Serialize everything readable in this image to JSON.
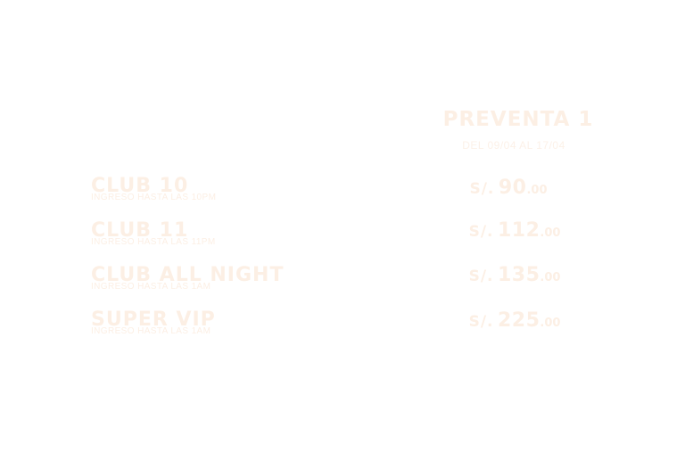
{
  "phase": {
    "title": "PREVENTA 1",
    "dates": "DEL 09/04 AL 17/04"
  },
  "tiers": [
    {
      "name": "CLUB 10",
      "note": "INGRESO HASTA LAS 10PM",
      "currency": "S/.",
      "amount": "90",
      "decimals": ".00"
    },
    {
      "name": "CLUB 11",
      "note": "INGRESO HASTA LAS 11PM",
      "currency": "S/.",
      "amount": "112",
      "decimals": ".00"
    },
    {
      "name": "CLUB ALL NIGHT",
      "note": "INGRESO HASTA LAS 1AM",
      "currency": "S/.",
      "amount": "135",
      "decimals": ".00"
    },
    {
      "name": "SUPER VIP",
      "note": "INGRESO HASTA LAS 1AM",
      "currency": "S/.",
      "amount": "225",
      "decimals": ".00"
    }
  ],
  "colors": {
    "text": "#fcefe4",
    "background": "#ffffff"
  }
}
